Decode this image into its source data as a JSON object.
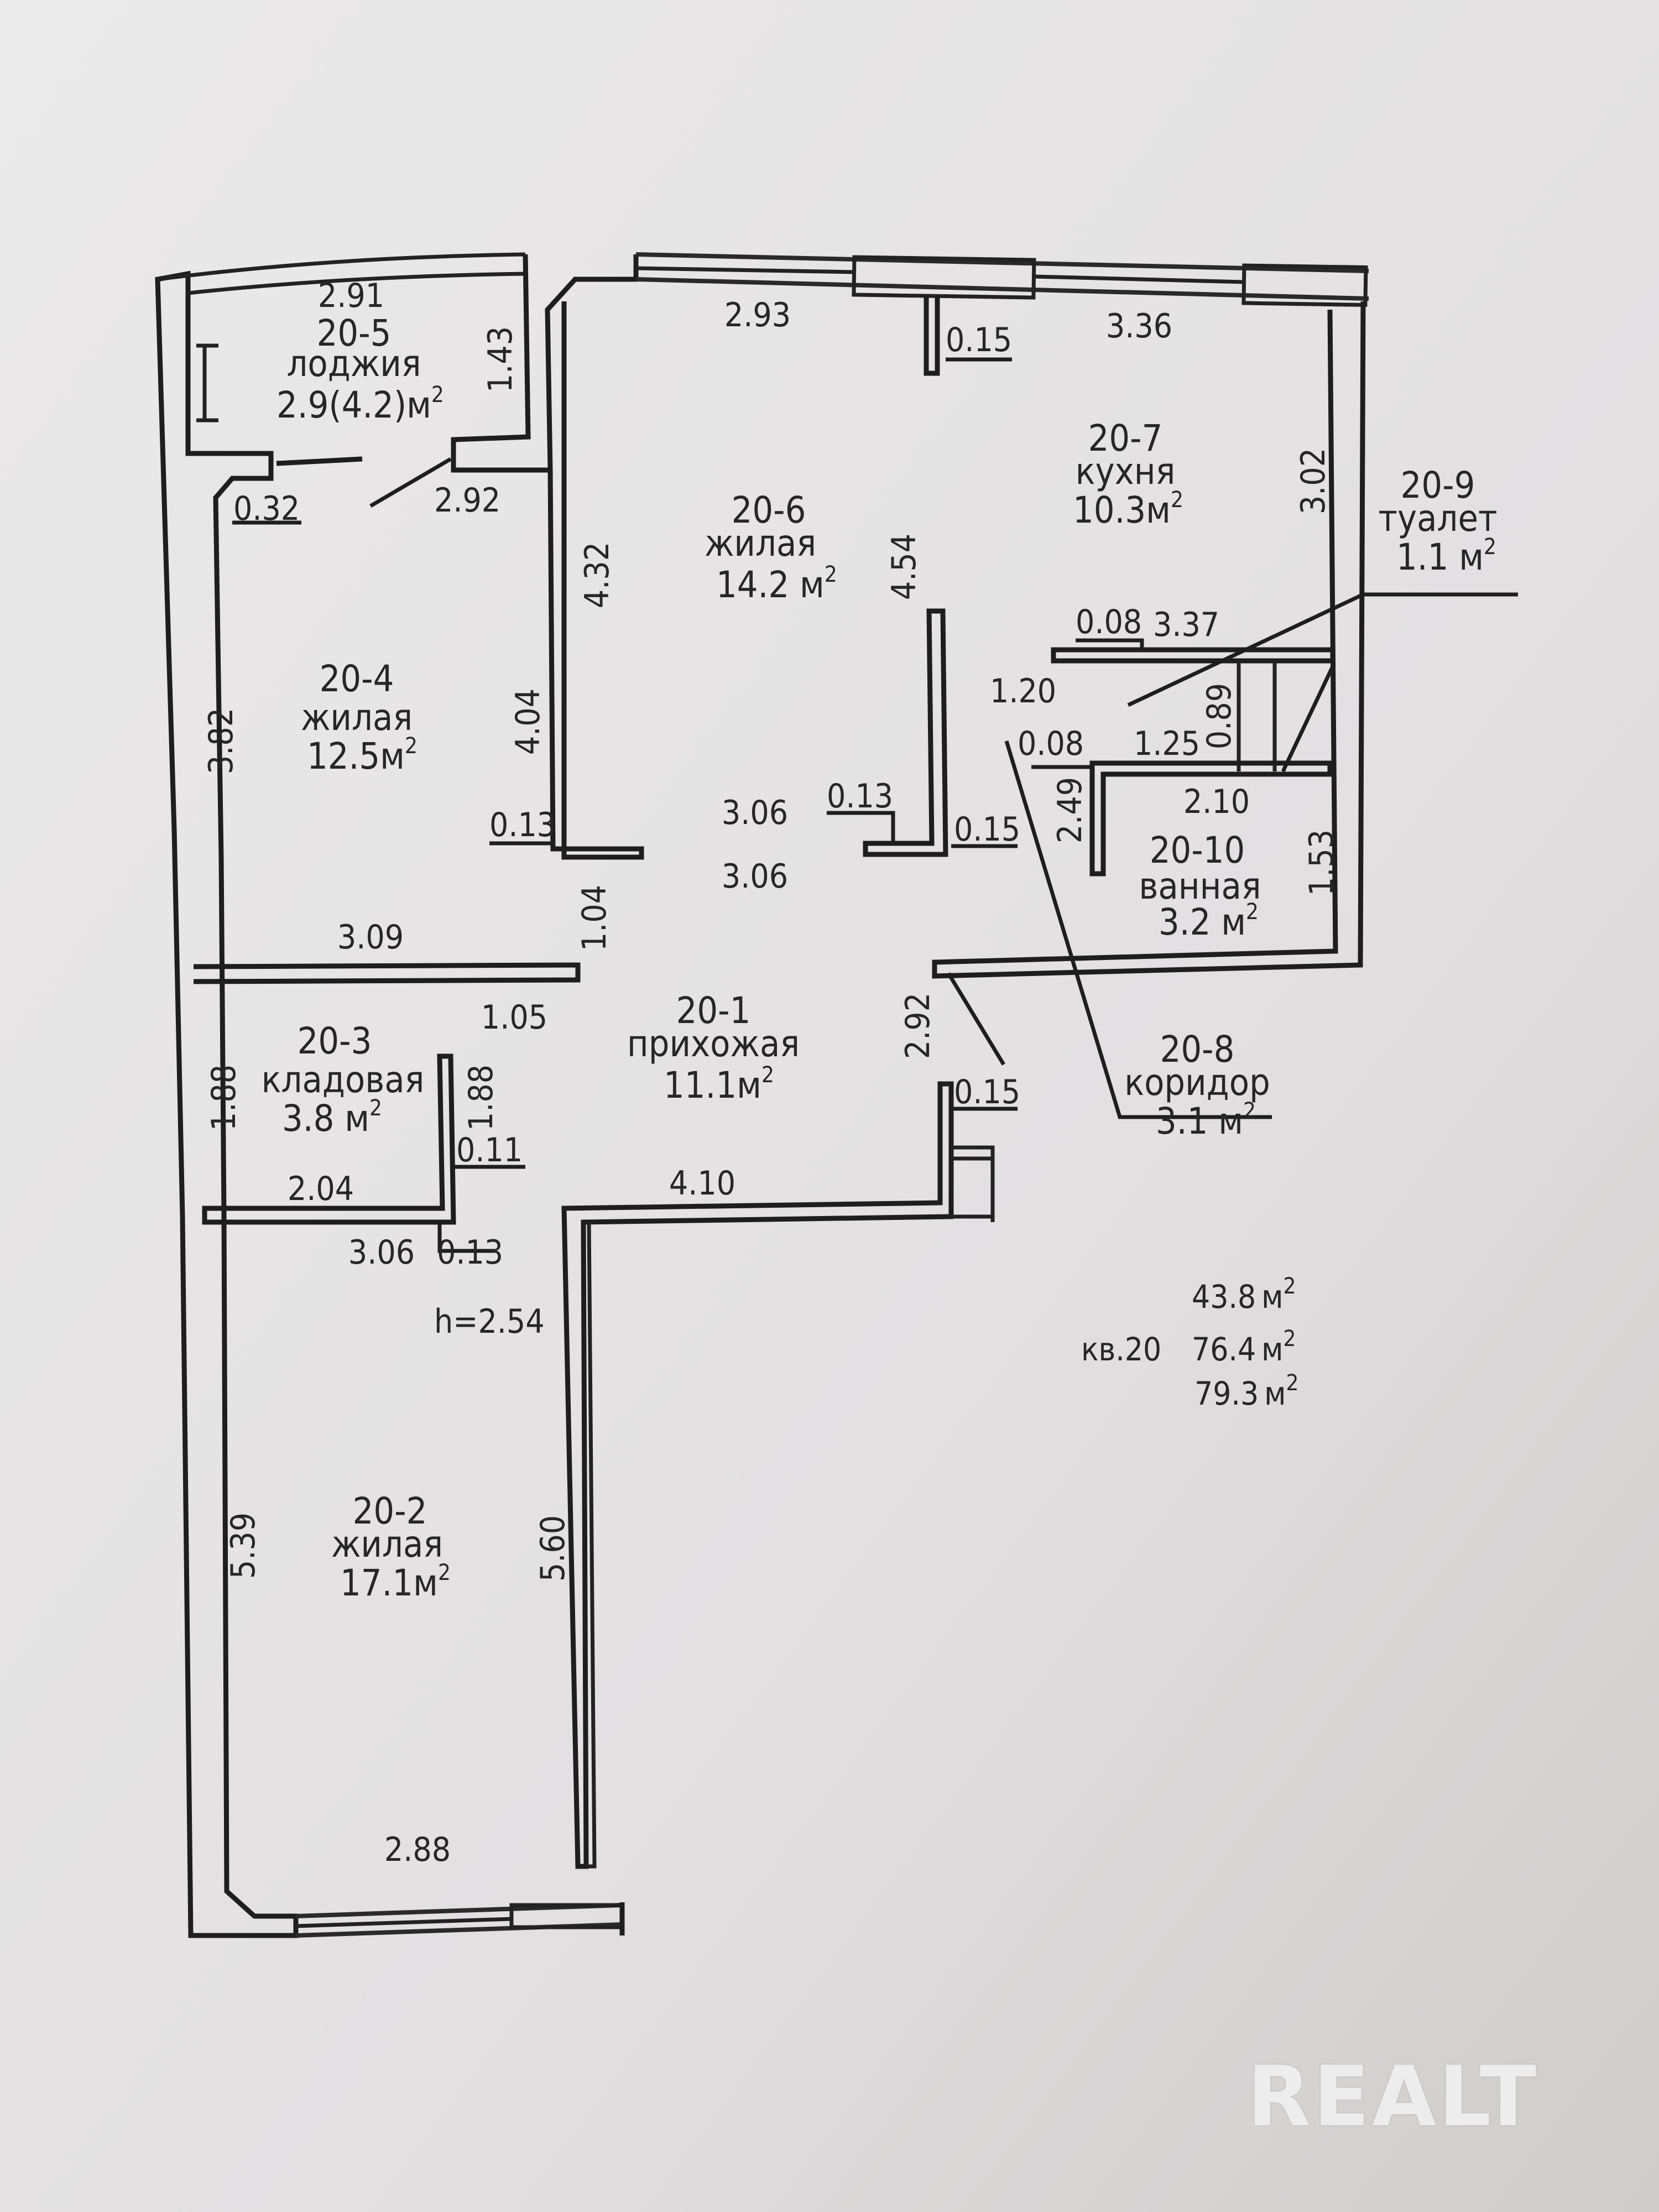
{
  "plan": {
    "apartment_label": "кв.20",
    "ceiling_height": "h=2.54",
    "totals": [
      {
        "value": "43.8",
        "unit": "м",
        "sup": "2"
      },
      {
        "value": "76.4",
        "unit": "м",
        "sup": "2"
      },
      {
        "value": "79.3",
        "unit": "м",
        "sup": "2"
      }
    ],
    "rooms": [
      {
        "id": "20-1",
        "name": "прихожая",
        "area": "11.1м",
        "sup": "2"
      },
      {
        "id": "20-2",
        "name": "жилая",
        "area": "17.1м",
        "sup": "2"
      },
      {
        "id": "20-3",
        "name": "кладовая",
        "area": "3.8 м",
        "sup": "2"
      },
      {
        "id": "20-4",
        "name": "жилая",
        "area": "12.5м",
        "sup": "2"
      },
      {
        "id": "20-5",
        "name": "лоджия",
        "area": "2.9(4.2)м",
        "sup": "2"
      },
      {
        "id": "20-6",
        "name": "жилая",
        "area": "14.2 м",
        "sup": "2"
      },
      {
        "id": "20-7",
        "name": "кухня",
        "area": "10.3м",
        "sup": "2"
      },
      {
        "id": "20-8",
        "name": "коридор",
        "area": "3.1 м",
        "sup": "2"
      },
      {
        "id": "20-9",
        "name": "туалет",
        "area": "1.1 м",
        "sup": "2"
      },
      {
        "id": "20-10",
        "name": "ванная",
        "area": "3.2 м",
        "sup": "2"
      }
    ],
    "dimensions": {
      "loggia_width": "2.91",
      "loggia_depth": "1.43",
      "loggia_wall": "0.32",
      "loggia_door": "2.92",
      "living6_top": "2.93",
      "partition_top": "0.15",
      "kitchen_top": "3.36",
      "kitchen_right": "3.02",
      "living6_left": "4.32",
      "living6_right": "4.54",
      "living4_right": "4.04",
      "living4_left": "3.82",
      "wall_013_a": "0.13",
      "hall_306_a": "3.06",
      "hall_306_b": "3.06",
      "wall_013_b": "0.13",
      "wall_015_a": "0.15",
      "living4_bottom": "3.09",
      "hall_104": "1.04",
      "hall_105": "1.05",
      "wc_top_wall": "0.08",
      "wc_top": "3.37",
      "corr_120": "1.20",
      "wc_wall_b": "0.08",
      "wc_width": "1.25",
      "wc_depth": "0.89",
      "corr_249": "2.49",
      "bath_width": "2.10",
      "bath_depth": "1.53",
      "hall_292": "2.92",
      "wall_015_b": "0.15",
      "storage_left": "1.88",
      "storage_right": "1.88",
      "storage_wall": "0.11",
      "storage_bottom": "2.04",
      "hall_bottom": "4.10",
      "living2_top": "3.06",
      "wall_013_c": "0.13",
      "living2_left": "5.39",
      "living2_right": "5.60",
      "living2_bottom": "2.88"
    }
  },
  "watermark": "REALT"
}
